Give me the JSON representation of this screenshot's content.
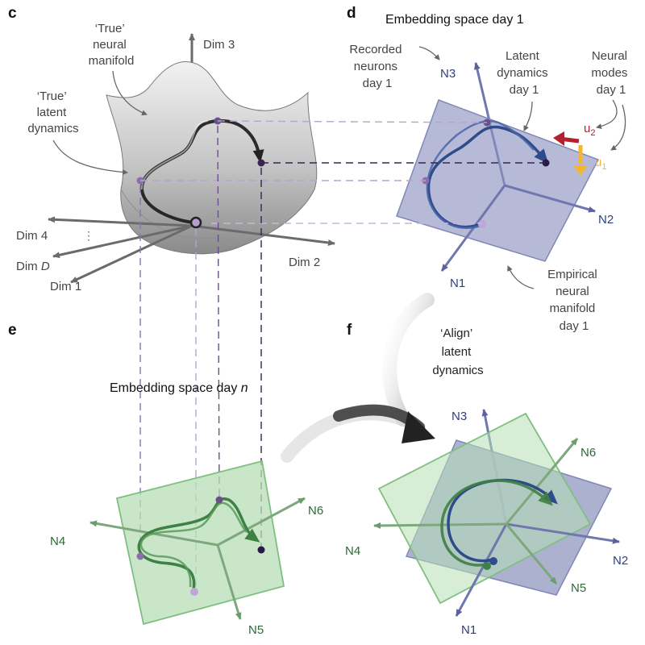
{
  "panels": {
    "c": "c",
    "d": "d",
    "e": "e",
    "f": "f"
  },
  "panel_c": {
    "axes": {
      "dim3": "Dim 3",
      "dim2": "Dim 2",
      "dim1": "Dim 1",
      "dim4": "Dim 4",
      "dimD_prefix": "Dim ",
      "dimD_var": "D"
    },
    "true_manifold": [
      "‘True’",
      "neural",
      "manifold"
    ],
    "true_latent": [
      "‘True’",
      "latent",
      "dynamics"
    ]
  },
  "panel_d": {
    "title": "Embedding space day 1",
    "recorded_neurons": [
      "Recorded",
      "neurons",
      "day 1"
    ],
    "latent_dynamics": [
      "Latent",
      "dynamics",
      "day 1"
    ],
    "neural_modes": [
      "Neural",
      "modes",
      "day 1"
    ],
    "empirical_manifold": [
      "Empirical",
      "neural",
      "manifold",
      "day 1"
    ],
    "axes": {
      "n1": "N1",
      "n2": "N2",
      "n3": "N3"
    },
    "modes": {
      "u2_base": "u",
      "u2_sub": "2",
      "u1_base": "u",
      "u1_sub": "1"
    },
    "colors": {
      "u2": "#b5202c",
      "u1": "#f2b535"
    }
  },
  "panel_e": {
    "title_prefix": "Embedding space day ",
    "title_var": "n",
    "axes": {
      "n4": "N4",
      "n5": "N5",
      "n6": "N6"
    }
  },
  "panel_f": {
    "label": [
      "‘Align’",
      "latent",
      "dynamics"
    ],
    "axes": {
      "n1": "N1",
      "n2": "N2",
      "n3": "N3",
      "n4": "N4",
      "n5": "N5",
      "n6": "N6"
    }
  },
  "colors": {
    "blue_plane": "#9ea3c8",
    "green_plane": "#b7deb5",
    "blue": "#2f3f7e",
    "green": "#3a7a40",
    "dashed_purple": "#6b4f8a"
  }
}
